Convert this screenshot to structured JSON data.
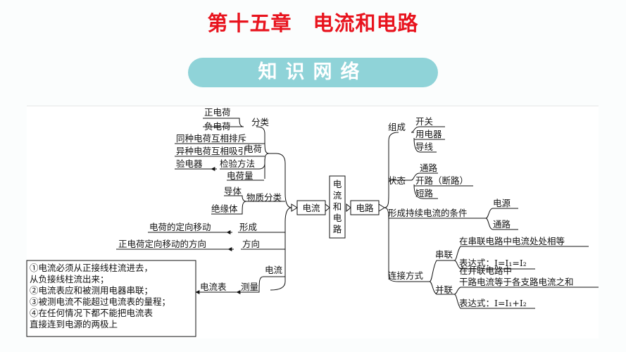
{
  "header": {
    "title": "第十五章　电流和电路",
    "banner": "知识网络"
  },
  "map": {
    "current_vertical": "电流和电路",
    "current": "电流",
    "circuit": "电路",
    "left": {
      "charge": "电荷",
      "classify": "分类",
      "positive": "正电荷",
      "negative": "负电荷",
      "repel": "同种电荷互相排斥",
      "attract": "异种电荷互相吸引",
      "electroscope": "验电器",
      "test_method": "检验方法",
      "quantity": "电荷量",
      "material_class": "物质分类",
      "conductor": "导体",
      "insulator": "绝缘体",
      "formation": "形成",
      "formation_def": "电荷的定向移动",
      "direction": "方向",
      "direction_def": "正电荷定向移动的方向",
      "current_label": "电流",
      "measure": "测量",
      "ammeter": "电流表",
      "ammeter_rules": [
        "①电流必须从正接线柱流进去，",
        "从负接线柱流出来；",
        "②电流表应和被测用电器串联；",
        "③被测电流不能超过电流表的量程；",
        "④在任何情况下都不能把电流表",
        "直接连到电源的两极上"
      ]
    },
    "right": {
      "composition": "组成",
      "switch": "开关",
      "appliance": "用电器",
      "wire": "导线",
      "state": "状态",
      "closed": "通路",
      "open": "开路（断路）",
      "short": "短路",
      "condition": "形成持续电流的条件",
      "source": "电源",
      "closed_path": "通路",
      "connection": "连接方式",
      "series": "串联",
      "series_def": "在串联电路中电流处处相等",
      "series_formula": "表达式：I=I₁=I₂",
      "parallel": "并联",
      "parallel_def_1": "在并联电路中",
      "parallel_def_2": "干路电流等于各支路电流之和",
      "parallel_formula": "表达式：I=I₁+I₂"
    }
  }
}
